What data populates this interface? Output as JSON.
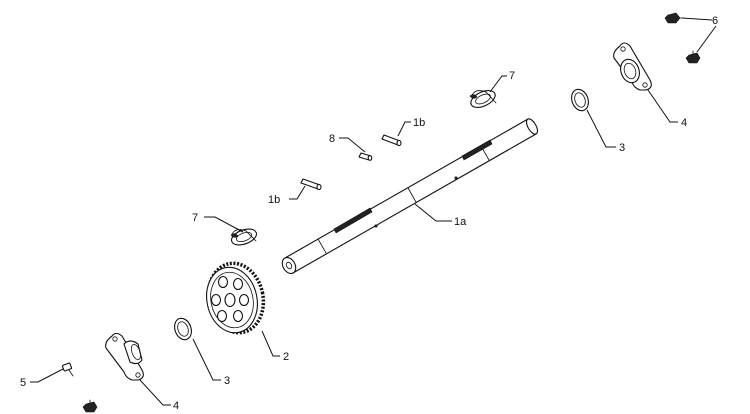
{
  "callouts": {
    "shaft": "1a",
    "pin_upper": "1b",
    "pin_lower": "1b",
    "gear": "2",
    "washer_left": "3",
    "washer_right": "3",
    "bearing_left": "4",
    "bearing_right": "4",
    "screw_left": "5",
    "screws_right": "6",
    "clip_upper": "7",
    "clip_lower": "7",
    "pin_center": "8"
  },
  "colors": {
    "line": "#111111",
    "background": "#ffffff"
  }
}
